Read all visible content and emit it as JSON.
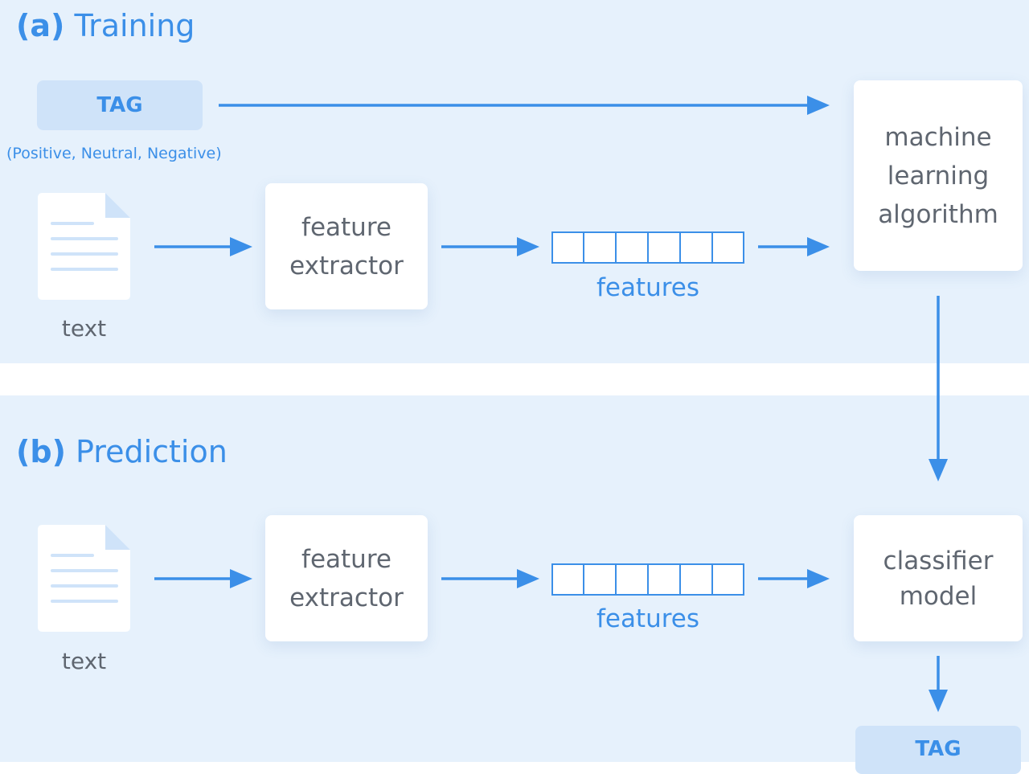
{
  "colors": {
    "accent": "#3b8fe8",
    "panel_bg": "#e6f1fc",
    "tag_bg": "#cfe3f9",
    "card_text": "#5f6670"
  },
  "training": {
    "prefix": "(a)",
    "title": "Training",
    "tag": "TAG",
    "tag_values": "(Positive, Neutral, Negative)",
    "text_label": "text",
    "feature_extractor": [
      "feature",
      "extractor"
    ],
    "features_label": "features",
    "algorithm": [
      "machine",
      "learning",
      "algorithm"
    ]
  },
  "prediction": {
    "prefix": "(b)",
    "title": "Prediction",
    "text_label": "text",
    "feature_extractor": [
      "feature",
      "extractor"
    ],
    "features_label": "features",
    "classifier": [
      "classifier",
      "model"
    ],
    "tag": "TAG"
  },
  "icons": {
    "document": "document-icon",
    "feature_vector": "feature-vector",
    "arrow": "arrow-icon"
  }
}
